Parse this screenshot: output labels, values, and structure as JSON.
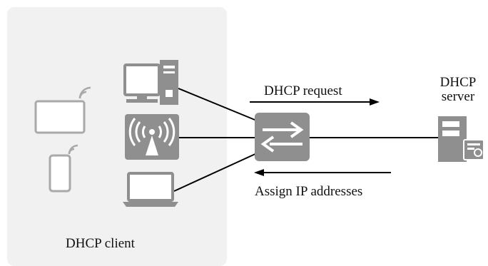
{
  "client": {
    "label": "DHCP client"
  },
  "server": {
    "label_line1": "DHCP",
    "label_line2": "server"
  },
  "arrows": {
    "request_label": "DHCP request",
    "assign_label": "Assign IP addresses"
  },
  "colors": {
    "panel": "#f1f1f1",
    "device_gray": "#8f8f8f",
    "light_gray": "#a9a9a9",
    "line": "#000000"
  },
  "icons": [
    "desktop-computer-icon",
    "wireless-access-point-icon",
    "laptop-icon",
    "tablet-icon",
    "smartphone-icon",
    "switch-icon",
    "server-icon"
  ]
}
